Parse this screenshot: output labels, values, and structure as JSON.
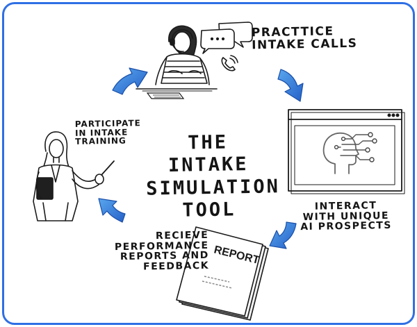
{
  "diagram": {
    "title_lines": [
      "THE INTAKE",
      "SIMULATION",
      "TOOL"
    ],
    "steps": [
      {
        "id": "practice",
        "lines": [
          "PRACTTICE",
          "INTAKE CALLS"
        ]
      },
      {
        "id": "interact",
        "lines": [
          "INTERACT",
          "WITH UNIQUE",
          "AI PROSPECTS"
        ]
      },
      {
        "id": "receive",
        "lines": [
          "RECIEVE",
          "PERFORMANCE",
          "REPORTS AND",
          "FEEDBACK"
        ]
      },
      {
        "id": "training",
        "lines": [
          "PARTICIPATE",
          "IN INTAKE",
          "TRAINING"
        ]
      }
    ],
    "report_label": "REPORT",
    "colors": {
      "frame": "#2f6fe4",
      "arrow": "#2f7fd8",
      "ink": "#141414"
    },
    "icons": [
      "headset-agent-icon",
      "chat-bubbles-icon",
      "phone-icon",
      "keyboard-icon",
      "ai-head-browser-icon",
      "report-document-icon",
      "presenter-woman-icon",
      "cycle-arrow-icon"
    ]
  }
}
